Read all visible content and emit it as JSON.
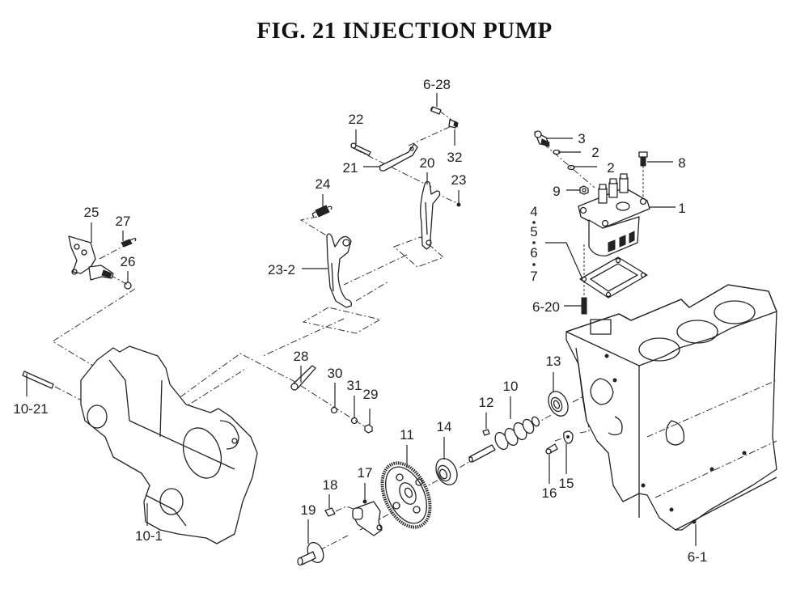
{
  "title": "FIG. 21  INJECTION PUMP",
  "callouts": [
    {
      "id": "6-28",
      "label": "6-28"
    },
    {
      "id": "22",
      "label": "22"
    },
    {
      "id": "32",
      "label": "32"
    },
    {
      "id": "21",
      "label": "21"
    },
    {
      "id": "20",
      "label": "20"
    },
    {
      "id": "23",
      "label": "23"
    },
    {
      "id": "24",
      "label": "24"
    },
    {
      "id": "23-2",
      "label": "23-2"
    },
    {
      "id": "25",
      "label": "25"
    },
    {
      "id": "27",
      "label": "27"
    },
    {
      "id": "26",
      "label": "26"
    },
    {
      "id": "3",
      "label": "3"
    },
    {
      "id": "2a",
      "label": "2"
    },
    {
      "id": "2b",
      "label": "2"
    },
    {
      "id": "8",
      "label": "8"
    },
    {
      "id": "9",
      "label": "9"
    },
    {
      "id": "1",
      "label": "1"
    },
    {
      "id": "4",
      "label": "4"
    },
    {
      "id": "5",
      "label": "5"
    },
    {
      "id": "6",
      "label": "6"
    },
    {
      "id": "7",
      "label": "7"
    },
    {
      "id": "6-20",
      "label": "6-20"
    },
    {
      "id": "10-21",
      "label": "10-21"
    },
    {
      "id": "28",
      "label": "28"
    },
    {
      "id": "30",
      "label": "30"
    },
    {
      "id": "31",
      "label": "31"
    },
    {
      "id": "29",
      "label": "29"
    },
    {
      "id": "13",
      "label": "13"
    },
    {
      "id": "10",
      "label": "10"
    },
    {
      "id": "12",
      "label": "12"
    },
    {
      "id": "14",
      "label": "14"
    },
    {
      "id": "11",
      "label": "11"
    },
    {
      "id": "17",
      "label": "17"
    },
    {
      "id": "18",
      "label": "18"
    },
    {
      "id": "19",
      "label": "19"
    },
    {
      "id": "16",
      "label": "16"
    },
    {
      "id": "15",
      "label": "15"
    },
    {
      "id": "10-1",
      "label": "10-1"
    },
    {
      "id": "6-1",
      "label": "6-1"
    }
  ]
}
